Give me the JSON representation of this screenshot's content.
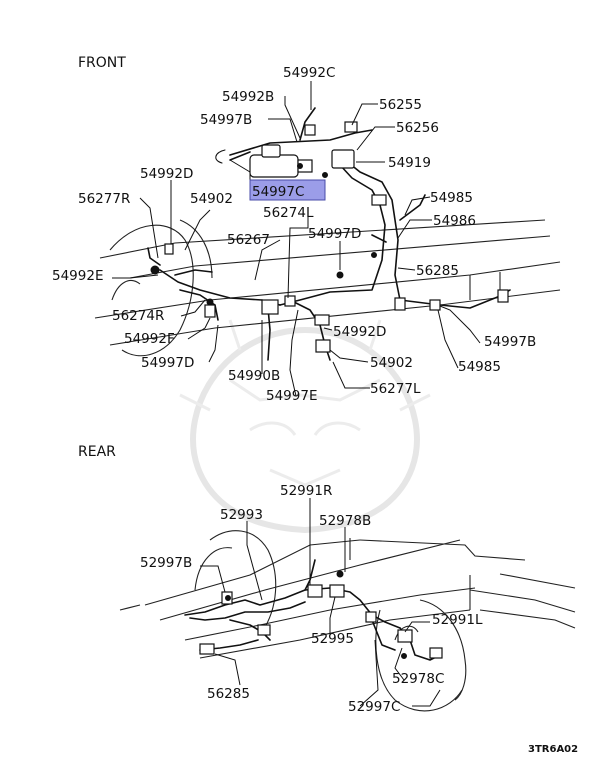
{
  "sections": {
    "front": "FRONT",
    "rear": "REAR"
  },
  "highlight": {
    "color": "#9b9de8",
    "part": "54997C"
  },
  "front_labels": [
    "54992C",
    "54992B",
    "54997B",
    "56255",
    "56256",
    "54919",
    "54997C",
    "54992D",
    "56274L",
    "54985",
    "56277R",
    "54902",
    "54986",
    "56267",
    "54997D",
    "56285",
    "54992E",
    "56274R",
    "54997B",
    "54992D",
    "54992F",
    "54997D",
    "54902",
    "54985",
    "54990B",
    "56277L",
    "54997E"
  ],
  "rear_labels": [
    "52991R",
    "52993",
    "52978B",
    "52997B",
    "52991L",
    "52995",
    "56285",
    "52978C",
    "52997C"
  ],
  "diagram_code": "3TR6A02"
}
